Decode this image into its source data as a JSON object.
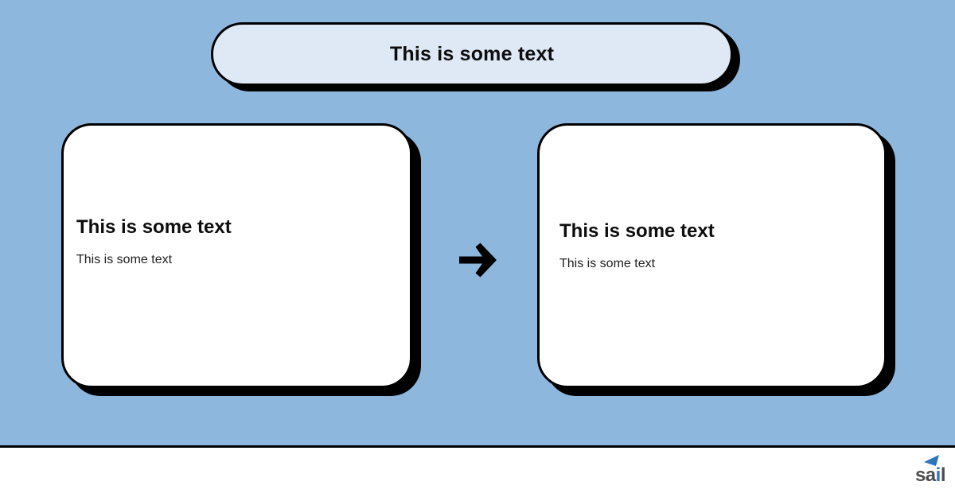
{
  "colors": {
    "canvas-bg": "#8EB7DE",
    "banner-fill": "#DEE9F5",
    "card-fill": "#FFFFFF",
    "outline": "#000000",
    "heading-text": "#0D0D0D",
    "body-text": "#212121",
    "footer-bg": "#FFFFFF",
    "logo-gray": "#4C4C4E",
    "logo-blue": "#2E76B6"
  },
  "banner": {
    "label": "This is some text"
  },
  "cards": [
    {
      "title": "This is some text",
      "body": "This is some text"
    },
    {
      "title": "This is some text",
      "body": "This is some text"
    }
  ],
  "arrow": {
    "name": "right-arrow",
    "glyph": "→",
    "direction": "right"
  },
  "footer": {
    "logo": {
      "text": "sail",
      "part_pre": "sa",
      "part_i": "i",
      "part_post": "l"
    }
  }
}
